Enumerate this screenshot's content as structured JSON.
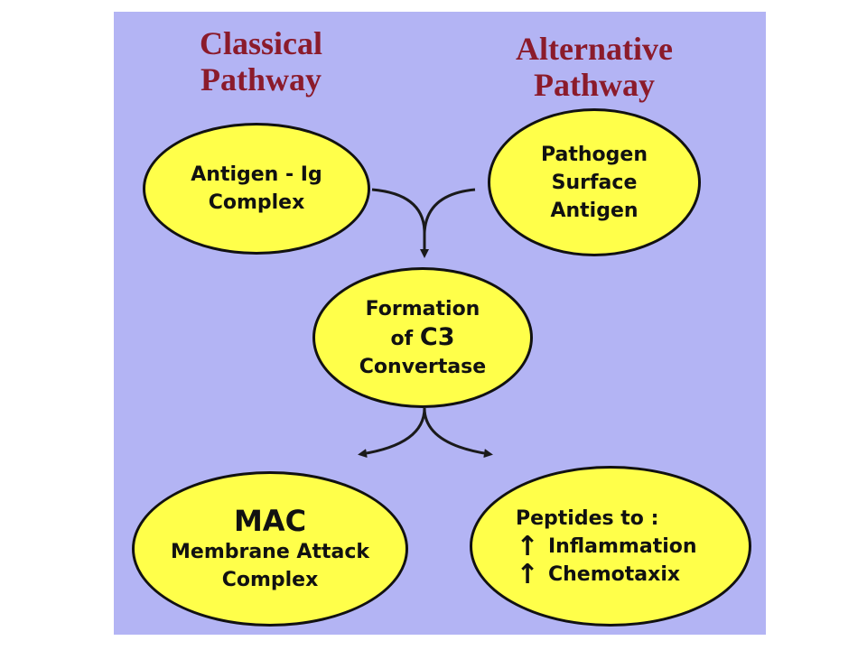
{
  "titles": {
    "classical": [
      "Classical",
      "Pathway"
    ],
    "alternative": [
      "Alternative",
      "Pathway"
    ]
  },
  "nodes": {
    "antigen_ig": [
      "Antigen - Ig",
      "Complex"
    ],
    "pathogen": [
      "Pathogen",
      "Surface",
      "Antigen"
    ],
    "c3": {
      "line1": "Formation",
      "line2_prefix": "of",
      "line2_emph": "C3",
      "line3": "Convertase"
    },
    "mac": [
      "MAC",
      "Membrane Attack",
      "Complex"
    ],
    "peptides": {
      "heading": "Peptides to :",
      "items": [
        "Inflammation",
        "Chemotaxix"
      ],
      "arrow_glyph": "↑"
    }
  },
  "colors": {
    "background": "#b3b4f4",
    "node_fill": "#ffff4a",
    "title": "#8b1b2b"
  }
}
